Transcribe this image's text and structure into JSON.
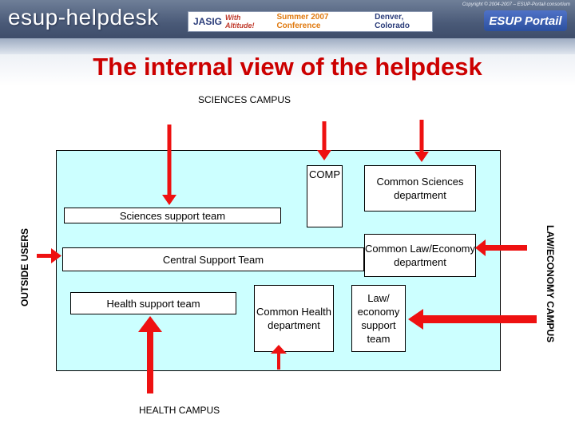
{
  "header": {
    "logo_text": "esup-helpdesk",
    "copyright": "Copyright © 2004-2007 – ESUP-Portail consortium",
    "banner": {
      "jasig": "JASIG",
      "altitude": "With Altitude!",
      "conference": "Summer 2007 Conference",
      "location": "Denver, Colorado"
    },
    "esup_logo": "ESUP Portail"
  },
  "title": "The internal view of the helpdesk",
  "labels": {
    "sciences_campus": "SCIENCES CAMPUS",
    "health_campus": "HEALTH CAMPUS",
    "outside_users": "OUTSIDE USERS",
    "law_economy_campus": "LAW/ECONOMY CAMPUS"
  },
  "boxes": {
    "comp": "COMP",
    "common_sciences": "Common Sciences department",
    "sciences_support": "Sciences support team",
    "central_support": "Central Support Team",
    "common_law": "Common Law/Economy department",
    "health_support": "Health support team",
    "common_health": "Common Health department",
    "law_support": "Law/ economy support team"
  },
  "colors": {
    "title": "#cc0000",
    "arrow": "#ee1111",
    "container": "#ccffff"
  }
}
